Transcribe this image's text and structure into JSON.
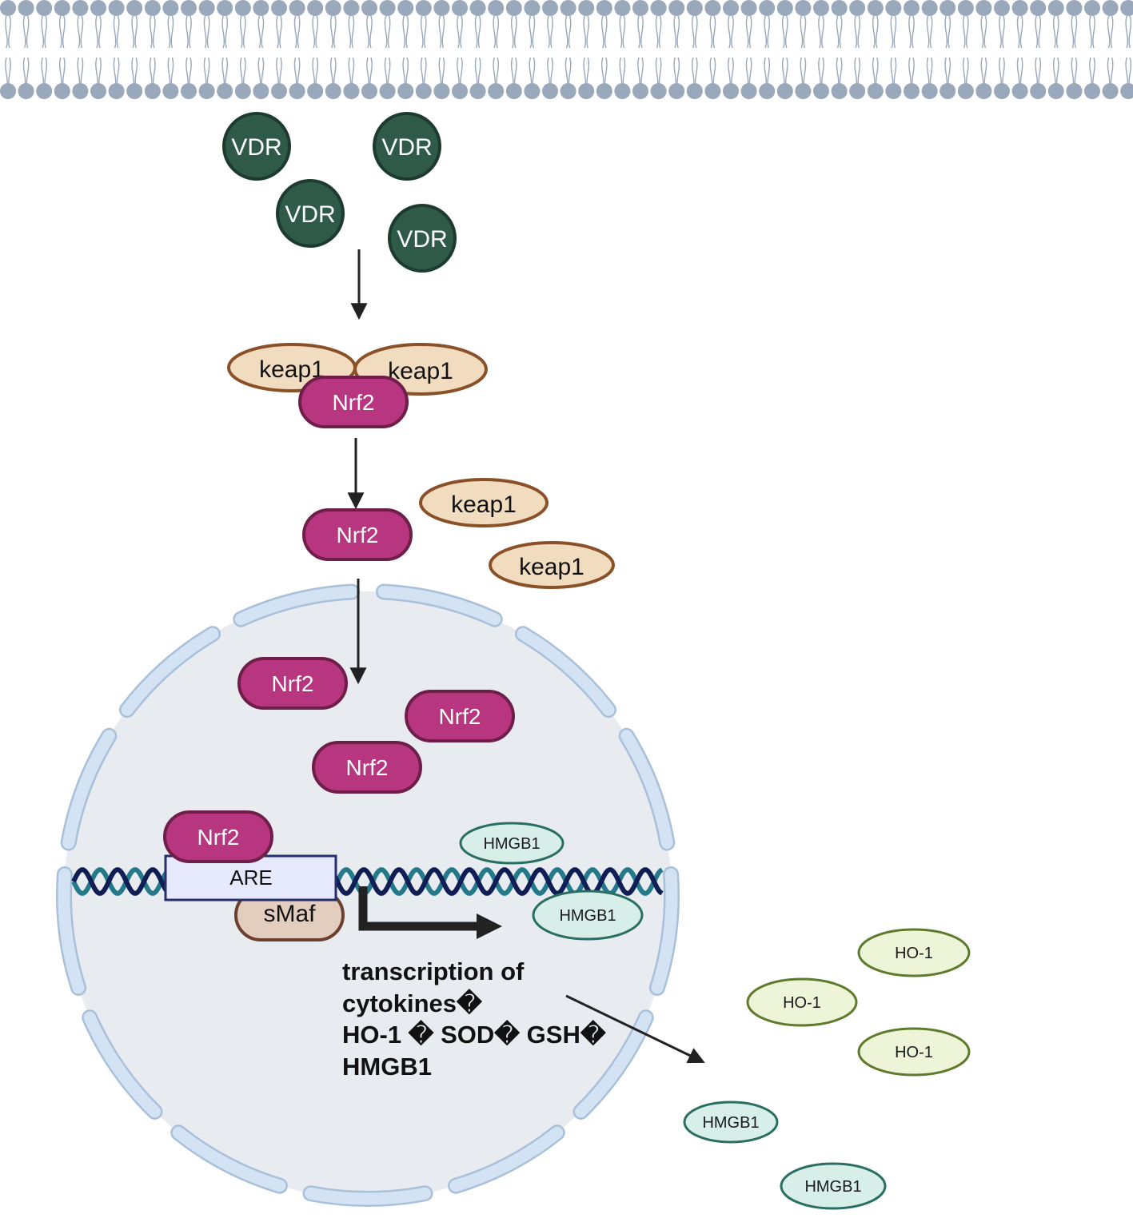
{
  "membrane": {
    "label": ""
  },
  "vdr": {
    "labels": [
      "VDR",
      "VDR",
      "VDR",
      "VDR"
    ]
  },
  "keap1": {
    "complex_labels": [
      "keap1",
      "keap1"
    ],
    "free_labels": [
      "keap1",
      "keap1"
    ]
  },
  "nrf2": {
    "complex_label": "Nrf2",
    "released_label": "Nrf2",
    "nuclear_labels": [
      "Nrf2",
      "Nrf2",
      "Nrf2"
    ],
    "bound_label": "Nrf2"
  },
  "dna": {
    "are_label": "ARE",
    "smaf_label": "sMaf"
  },
  "nucleus_proteins": {
    "hmgb1_labels": [
      "HMGB1",
      "HMGB1"
    ]
  },
  "caption": {
    "lines": [
      "transcription of",
      "cytokines�",
      "HO-1 �  SOD�  GSH�",
      "HMGB1"
    ]
  },
  "secreted": {
    "ho1_labels": [
      "HO-1",
      "HO-1",
      "HO-1"
    ],
    "hmgb1_labels": [
      "HMGB1",
      "HMGB1"
    ]
  },
  "colors": {
    "membrane": "#9aa8bc",
    "vdr_fill": "#2f5a4a",
    "vdr_stroke": "#1c3a2e",
    "keap_fill": "#f1dcc0",
    "keap_stroke": "#8a5128",
    "nrf_fill": "#b7367f",
    "nrf_stroke": "#6e1e48",
    "nucleus_fill": "#e8ebef",
    "envelope": "#d4e3f3",
    "envelope_stroke": "#a9c0da",
    "dna_dark": "#0f1e55",
    "dna_teal": "#23798a",
    "are_fill": "#e6e8fb",
    "are_stroke": "#26306a",
    "smaf_fill": "#e3cdbf",
    "smaf_stroke": "#6b4030",
    "hmgb_fill": "#d8eee9",
    "hmgb_stroke": "#2a6e62",
    "ho_fill": "#edf4d7",
    "ho_stroke": "#5e7a2c"
  }
}
